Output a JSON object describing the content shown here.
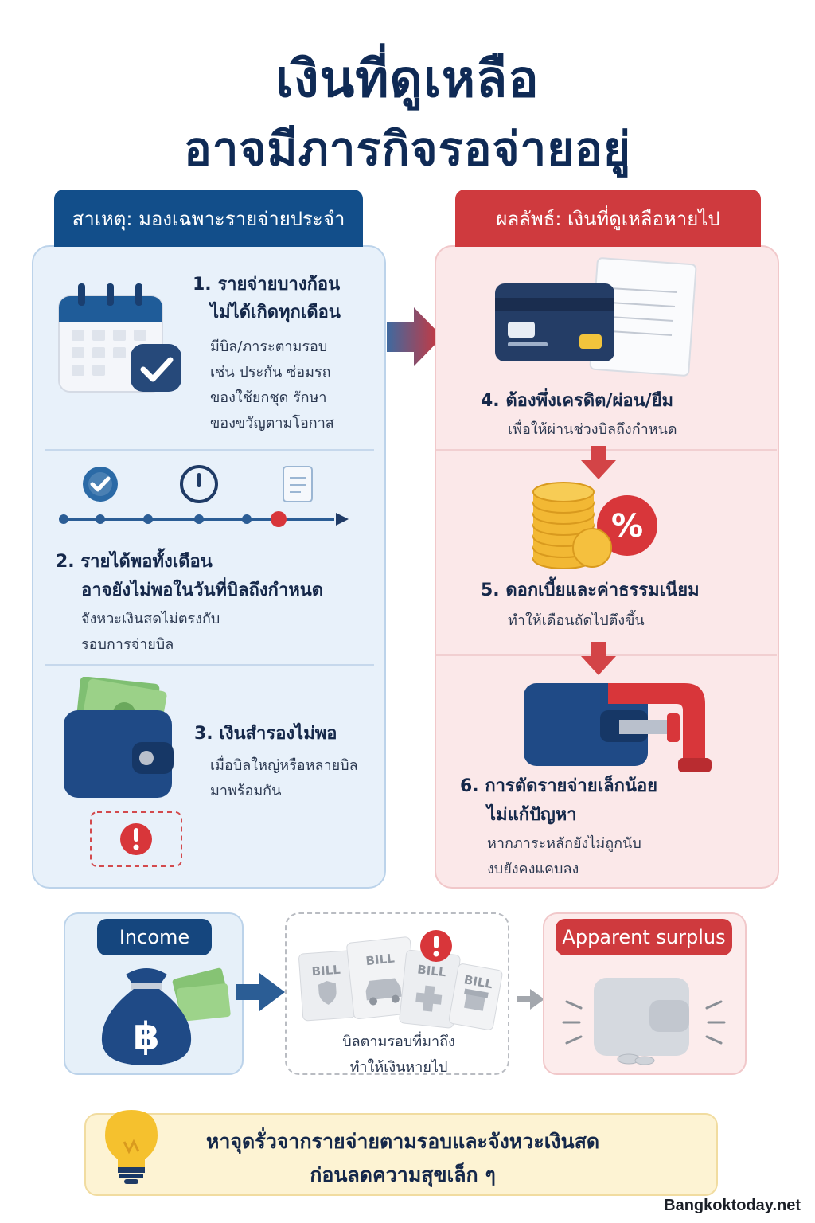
{
  "title": {
    "line1": "เงินที่ดูเหลือ",
    "line2": "อาจมีภารกิจรอจ่ายอยู่"
  },
  "left_column": {
    "header": "สาเหตุ: มองเฉพาะรายจ่ายประจำ",
    "items": [
      {
        "title_l1": "1. รายจ่ายบางก้อน",
        "title_l2": "ไม่ได้เกิดทุกเดือน",
        "desc": [
          "มีบิล/ภาระตามรอบ",
          "เช่น ประกัน ซ่อมรถ",
          "ของใช้ยกชุด รักษา",
          "ของขวัญตามโอกาส"
        ]
      },
      {
        "title_l1": "2. รายได้พอทั้งเดือน",
        "title_l2": "อาจยังไม่พอในวันที่บิลถึงกำหนด",
        "desc": [
          "จังหวะเงินสดไม่ตรงกับ",
          "รอบการจ่ายบิล"
        ]
      },
      {
        "title_l1": "3. เงินสำรองไม่พอ",
        "desc": [
          "เมื่อบิลใหญ่หรือหลายบิล",
          "มาพร้อมกัน"
        ]
      }
    ]
  },
  "right_column": {
    "header": "ผลลัพธ์: เงินที่ดูเหลือหายไป",
    "items": [
      {
        "title": "4. ต้องพึ่งเครดิต/ผ่อน/ยืม",
        "desc": [
          "เพื่อให้ผ่านช่วงบิลถึงกำหนด"
        ]
      },
      {
        "title": "5. ดอกเบี้ยและค่าธรรมเนียม",
        "desc": [
          "ทำให้เดือนถัดไปตึงขึ้น"
        ]
      },
      {
        "title_l1": "6. การตัดรายจ่ายเล็กน้อย",
        "title_l2": "ไม่แก้ปัญหา",
        "desc": [
          "หากภาระหลักยังไม่ถูกนับ",
          "งบยังคงแคบลง"
        ]
      }
    ]
  },
  "bottom": {
    "income_label": "Income",
    "currency_symbol": "฿",
    "bill_label": "BILL",
    "bills_caption": [
      "บิลตามรอบที่มาถึง",
      "ทำให้เงินหายไป"
    ],
    "surplus_label": "Apparent surplus"
  },
  "tip": {
    "line1": "หาจุดรั่วจากรายจ่ายตามรอบและจังหวะเงินสด",
    "line2": "ก่อนลดความสุขเล็ก ๆ"
  },
  "brand": "Bangkoktoday.net",
  "icons": {
    "calendar": "calendar-check-icon",
    "timeline": "timeline-icon",
    "wallet": "wallet-cash-icon",
    "card": "credit-card-icon",
    "coins": "coins-percent-icon",
    "clamp": "wallet-clamp-icon",
    "moneybag": "money-bag-icon",
    "lightbulb": "lightbulb-icon"
  },
  "colors": {
    "navy": "#0f2a55",
    "blue": "#124e8a",
    "red": "#cf3a3e",
    "light_blue": "#e8f1fa",
    "light_red": "#fbe8e9",
    "tip_yellow": "#fdf3d3"
  }
}
